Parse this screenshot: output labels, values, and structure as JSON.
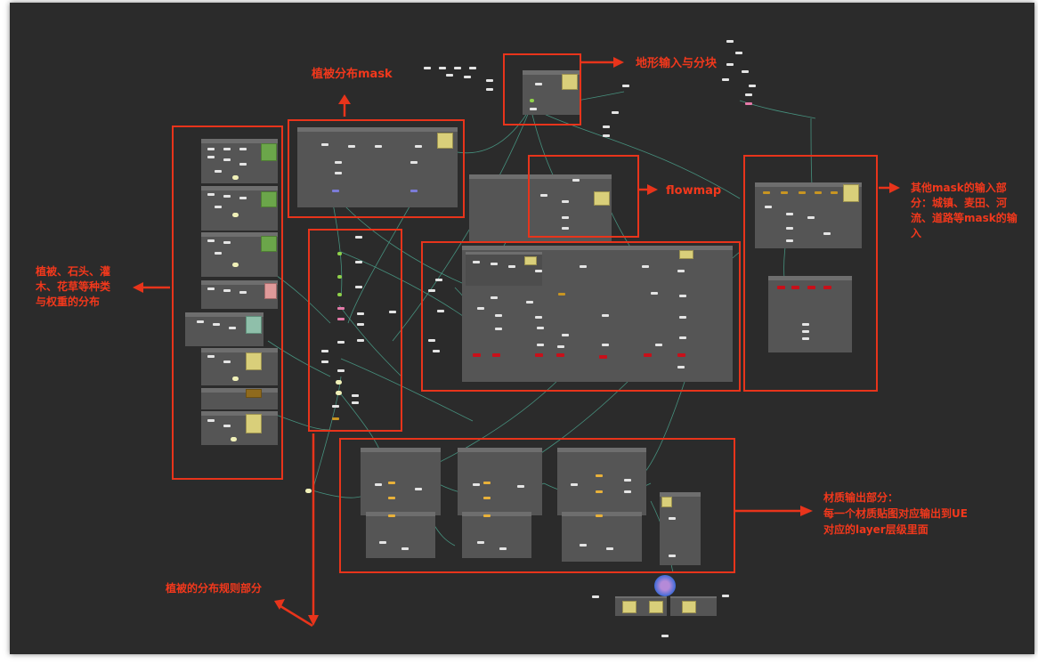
{
  "labels": {
    "vegetation_mask": "植被分布mask",
    "terrain_input": "地形输入与分块",
    "flowmap": "flowmap",
    "other_mask": "其他mask的输入部",
    "other_mask_2": "分：城镇、麦田、河",
    "other_mask_3": "流、道路等mask的输",
    "other_mask_4": "入",
    "species_weight_1": "植被、石头、灌",
    "species_weight_2": "木、花草等种类",
    "species_weight_3": "与权重的分布",
    "material_output_1": "材质输出部分：",
    "material_output_2": "每一个材质贴图对应输出到UE",
    "material_output_3": "对应的layer层级里面",
    "vegetation_rules": "植被的分布规则部分"
  },
  "colors": {
    "canvas_bg": "#2b2b2b",
    "frame_red": "#e8341b",
    "label_red": "#f2381c",
    "group_gray": "#555555",
    "wire_teal": "#4fb39a",
    "note_yellow": "#d9cf7a"
  }
}
